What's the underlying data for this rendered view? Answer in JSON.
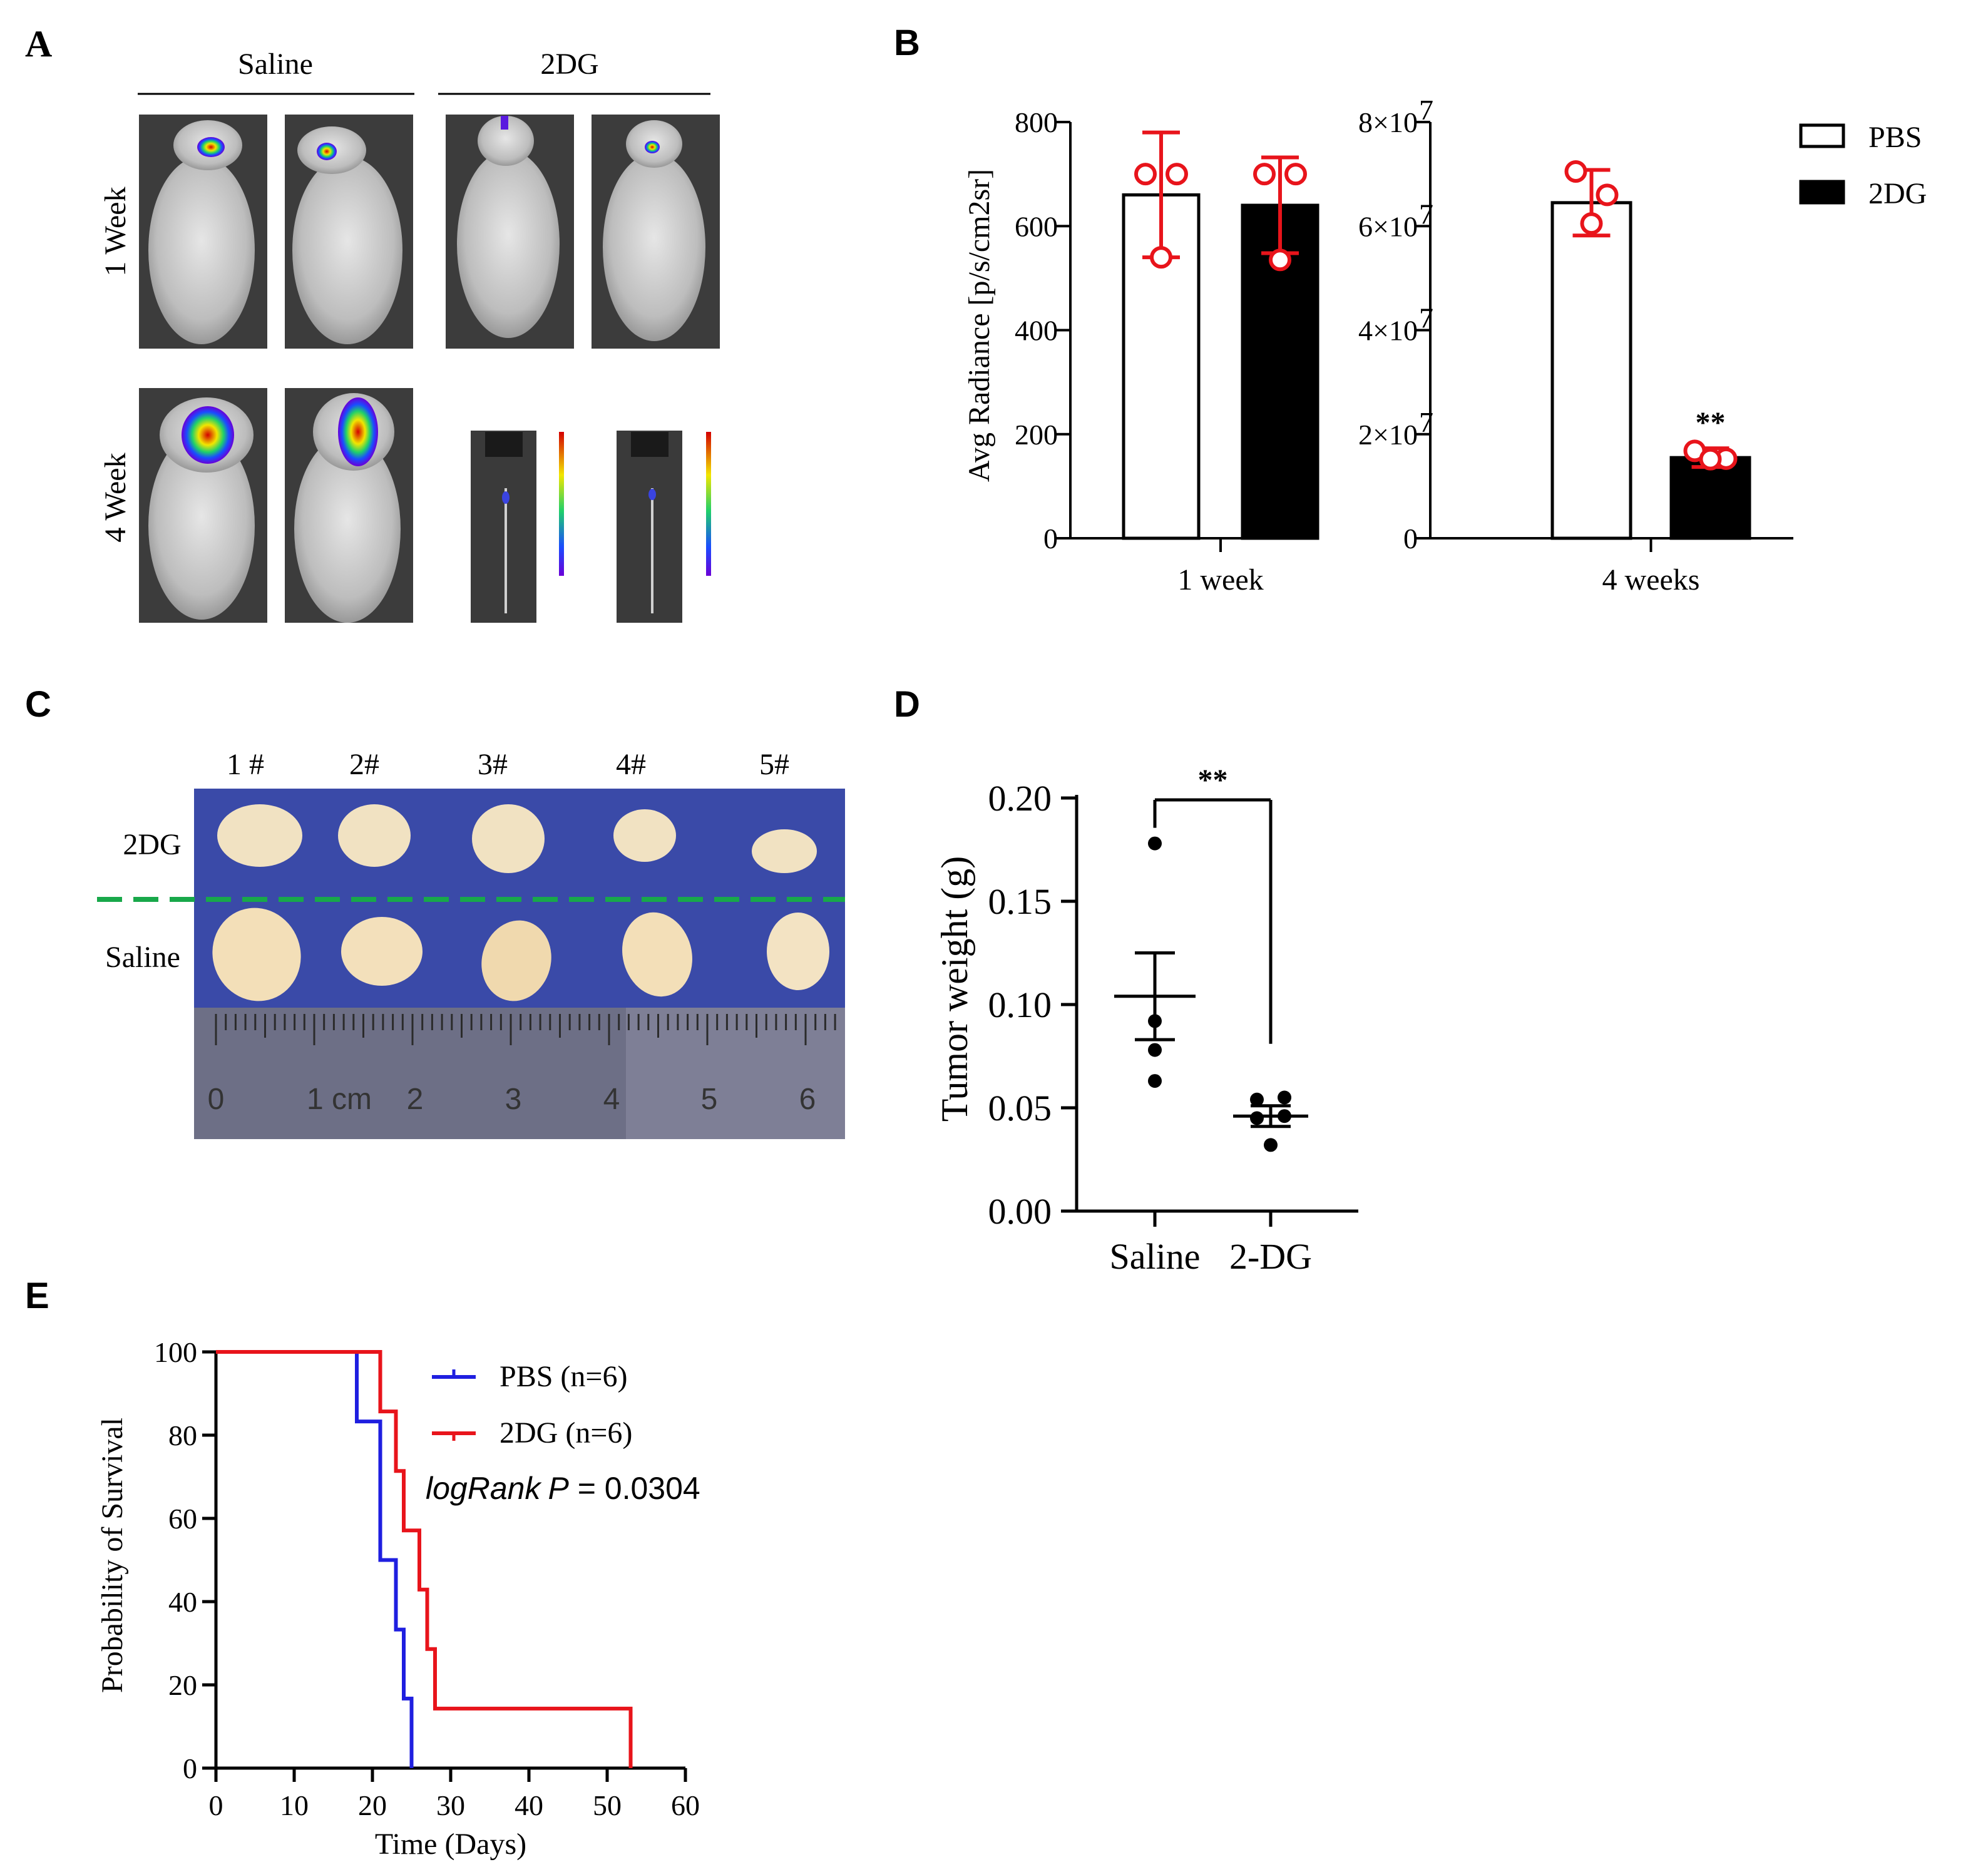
{
  "panels": {
    "A": {
      "label": "A",
      "groups": [
        "Saline",
        "2DG"
      ],
      "rows": [
        "1 Week",
        "4 Week"
      ]
    },
    "B": {
      "label": "B"
    },
    "C": {
      "label": "C",
      "samples": [
        "1 #",
        "2#",
        "3#",
        "4#",
        "5#"
      ],
      "rows": [
        "2DG",
        "Saline"
      ],
      "ruler": [
        "0",
        "1 cm",
        "2",
        "3",
        "4",
        "5",
        "6"
      ]
    },
    "D": {
      "label": "D"
    },
    "E": {
      "label": "E"
    }
  },
  "colors": {
    "pbs_points": "#e8141b",
    "line_pbs": "#1f1fe0",
    "line_2dg": "#e8141b",
    "green_dash": "#18a84a",
    "tray_blue": "#3a4aa8"
  },
  "chart_data": [
    {
      "panel": "B",
      "type": "bar",
      "ylabel": "Avg Radiance [p/s/cm2sr]",
      "legend": [
        "PBS",
        "2DG"
      ],
      "legend_placement": "top-right",
      "subplots": [
        {
          "xlabel": "1 week",
          "ylim": [
            0,
            800
          ],
          "yticks": [
            "0",
            "200",
            "400",
            "600",
            "800"
          ],
          "series": [
            {
              "name": "PBS",
              "value": 660,
              "error": 120,
              "points": [
                700,
                700,
                540
              ]
            },
            {
              "name": "2DG",
              "value": 640,
              "error": 92,
              "points": [
                700,
                700,
                535
              ]
            }
          ],
          "annotation": ""
        },
        {
          "xlabel": "4 weeks",
          "ylim": [
            0,
            80000000
          ],
          "yticks": [
            "0",
            "2×10",
            "4×10",
            "6×10",
            "8×10"
          ],
          "ytick_exp": "7",
          "series": [
            {
              "name": "PBS",
              "value": 64500000,
              "error": 6300000,
              "points": [
                70500000,
                66000000,
                60500000
              ]
            },
            {
              "name": "2DG",
              "value": 15500000,
              "error": 1800000,
              "points": [
                16800000,
                15300000,
                15200000
              ]
            }
          ],
          "annotation": "**"
        }
      ]
    },
    {
      "panel": "D",
      "type": "scatter",
      "ylabel": "Tumor weight (g)",
      "categories": [
        "Saline",
        "2-DG"
      ],
      "ylim": [
        0,
        0.2
      ],
      "yticks": [
        "0.00",
        "0.05",
        "0.10",
        "0.15",
        "0.20"
      ],
      "groups": [
        {
          "name": "Saline",
          "points": [
            0.178,
            0.092,
            0.078,
            0.063
          ],
          "mean": 0.104,
          "sem_low": 0.083,
          "sem_high": 0.125
        },
        {
          "name": "2-DG",
          "points": [
            0.054,
            0.055,
            0.045,
            0.046,
            0.032
          ],
          "mean": 0.046,
          "sem_low": 0.041,
          "sem_high": 0.051
        }
      ],
      "significance": "**"
    },
    {
      "panel": "E",
      "type": "line",
      "xlabel": "Time (Days)",
      "ylabel": "Probability of Survival",
      "xlim": [
        0,
        60
      ],
      "ylim": [
        0,
        100
      ],
      "xticks": [
        "0",
        "10",
        "20",
        "30",
        "40",
        "50",
        "60"
      ],
      "yticks": [
        "0",
        "20",
        "40",
        "60",
        "80",
        "100"
      ],
      "series": [
        {
          "name": "PBS (n=6)",
          "steps": [
            [
              0,
              100
            ],
            [
              18,
              100
            ],
            [
              18,
              83.3
            ],
            [
              21,
              83.3
            ],
            [
              21,
              50
            ],
            [
              23,
              50
            ],
            [
              23,
              33.3
            ],
            [
              24,
              33.3
            ],
            [
              24,
              16.7
            ],
            [
              25,
              16.7
            ],
            [
              25,
              0
            ]
          ]
        },
        {
          "name": "2DG (n=6)",
          "steps": [
            [
              0,
              100
            ],
            [
              21,
              100
            ],
            [
              21,
              85.7
            ],
            [
              23,
              85.7
            ],
            [
              23,
              71.4
            ],
            [
              24,
              71.4
            ],
            [
              24,
              57.1
            ],
            [
              26,
              57.1
            ],
            [
              26,
              42.9
            ],
            [
              27,
              42.9
            ],
            [
              27,
              28.6
            ],
            [
              28,
              28.6
            ],
            [
              28,
              14.3
            ],
            [
              53,
              14.3
            ],
            [
              53,
              0
            ]
          ]
        }
      ],
      "stat_label": "logRank",
      "stat_p": "P",
      "stat_value": " = 0.0304"
    }
  ]
}
